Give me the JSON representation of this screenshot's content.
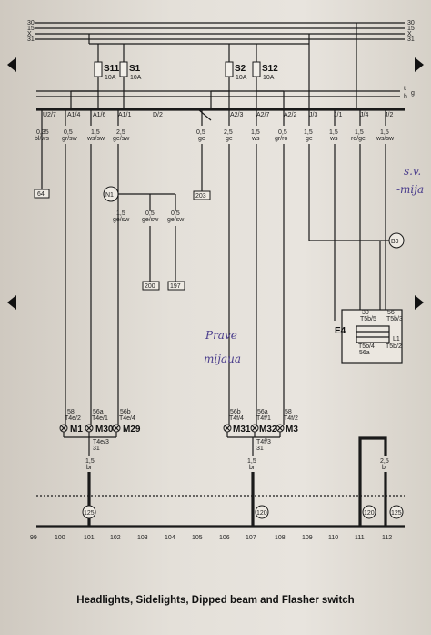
{
  "title": "Headlights, Sidelights, Dipped beam and Flasher switch",
  "bus": {
    "left": [
      "30",
      "15",
      "X",
      "31"
    ],
    "right": [
      "30",
      "15",
      "X",
      "31"
    ]
  },
  "terminals": [
    "U2/7",
    "A1/4",
    "A1/6",
    "A1/1",
    "D/2",
    "A2/3",
    "A2/7",
    "A2/2",
    "J/3",
    "J/1",
    "J/4",
    "J/2"
  ],
  "wires": [
    {
      "size": "0,35",
      "color": "bl/ws"
    },
    {
      "size": "0,5",
      "color": "gr/sw"
    },
    {
      "size": "1,5",
      "color": "ws/sw"
    },
    {
      "size": "2,5",
      "color": "ge/sw"
    },
    {
      "size": "0,5",
      "color": "ge"
    },
    {
      "size": "2,5",
      "color": "ge"
    },
    {
      "size": "1,5",
      "color": "ws"
    },
    {
      "size": "0,5",
      "color": "gr/ro"
    },
    {
      "size": "1,5",
      "color": "ge"
    },
    {
      "size": "1,5",
      "color": "ws"
    },
    {
      "size": "1,5",
      "color": "ro/ge"
    },
    {
      "size": "1,5",
      "color": "ws/sw"
    }
  ],
  "fuses": [
    {
      "id": "S11",
      "rating": "10A"
    },
    {
      "id": "S1",
      "rating": "10A"
    },
    {
      "id": "S2",
      "rating": "10A"
    },
    {
      "id": "S12",
      "rating": "10A"
    }
  ],
  "refs": {
    "r64": "64",
    "r203": "203",
    "r200": "200",
    "r197": "197",
    "n1": "N1",
    "b9": "B9"
  },
  "ge_branch": [
    {
      "size": "1,5",
      "color": "ge/sw"
    },
    {
      "size": "0,5",
      "color": "ge/sw"
    },
    {
      "size": "0,5",
      "color": "ge/sw"
    }
  ],
  "side_labels": {
    "t": "t",
    "h": "h",
    "g": "g"
  },
  "lamps_left": [
    {
      "pin": "58",
      "conn": "T4e/2",
      "name": "M1"
    },
    {
      "pin": "56a",
      "conn": "T4e/1",
      "name": "M30"
    },
    {
      "pin": "56b",
      "conn": "T4e/4",
      "name": "M29"
    }
  ],
  "lamps_right": [
    {
      "pin": "56b",
      "conn": "T4f/4",
      "name": "M31"
    },
    {
      "pin": "56a",
      "conn": "T4f/1",
      "name": "M32"
    },
    {
      "pin": "58",
      "conn": "T4f/2",
      "name": "M3"
    }
  ],
  "ground_left": {
    "conn": "T4e/3",
    "pin": "31",
    "size": "1,5",
    "color": "br",
    "ref": "125"
  },
  "ground_right": {
    "conn": "T4f/3",
    "pin": "31",
    "size": "1,5",
    "color": "br",
    "ref": "120"
  },
  "ground_switch": {
    "size": "2,5",
    "color": "br",
    "ref1": "120",
    "ref2": "125"
  },
  "switch": {
    "name": "E4",
    "pins": [
      "30",
      "T5b/5",
      "56",
      "T5b/3",
      "T5b/4",
      "56a",
      "T5b/2"
    ],
    "l1": "L1"
  },
  "columns": [
    "99",
    "100",
    "101",
    "102",
    "103",
    "104",
    "105",
    "106",
    "107",
    "108",
    "109",
    "110",
    "111",
    "112"
  ],
  "handwriting": [
    "Prave",
    "mijaua",
    "s.v.",
    "-mija"
  ],
  "colors": {
    "ink": "#1a1a1a",
    "paper": "#e4e0d9",
    "pen": "#4a3d8c"
  }
}
